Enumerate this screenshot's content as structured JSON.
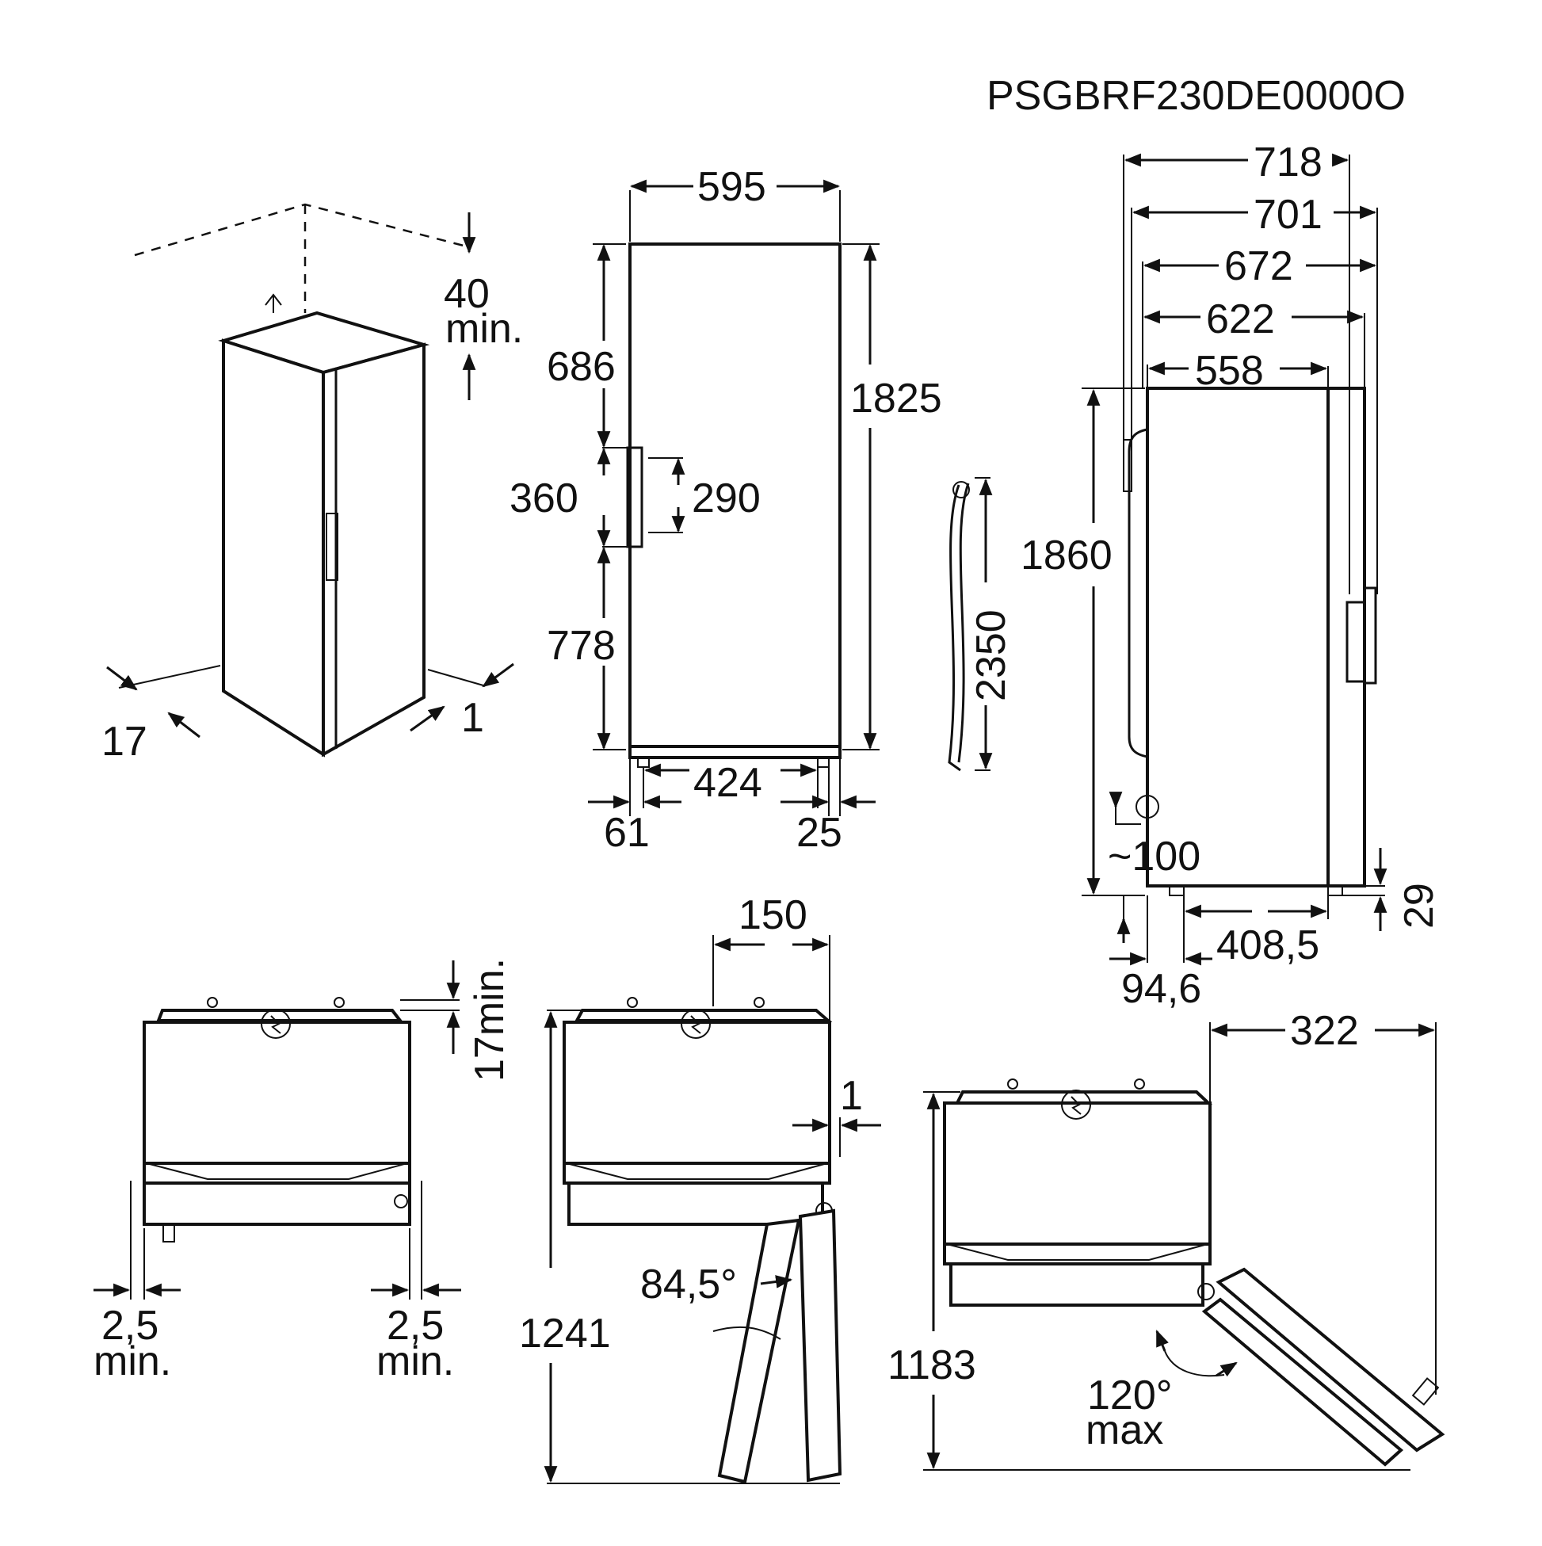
{
  "model_code": "PSGBRF230DE0000O",
  "dimensions": {
    "perspective": {
      "top_clearance": "40",
      "top_clearance_unit": "min.",
      "side_gap_left": "17",
      "side_gap_right": "1"
    },
    "front": {
      "width": "595",
      "height": "1825",
      "upper": "686",
      "handle_zone": "360",
      "handle": "290",
      "lower": "778",
      "feet_span": "424",
      "foot_left": "61",
      "foot_right": "25"
    },
    "cable": {
      "length": "2350"
    },
    "side": {
      "d718": "718",
      "d701": "701",
      "d672": "672",
      "d622": "622",
      "d558": "558",
      "height": "1860",
      "plug": "~100",
      "feet_depth": "408,5",
      "foot_offset": "94,6",
      "foot_height": "29"
    },
    "plan_closed": {
      "rear_clearance": "17min.",
      "side_left": "2,5",
      "side_left_unit": "min.",
      "side_right": "2,5",
      "side_right_unit": "min."
    },
    "plan_door_85": {
      "offset": "150",
      "gap": "1",
      "angle": "84,5°",
      "depth": "1241"
    },
    "plan_door_120": {
      "offset": "322",
      "angle": "120°",
      "angle_unit": "max",
      "depth": "1183"
    }
  }
}
